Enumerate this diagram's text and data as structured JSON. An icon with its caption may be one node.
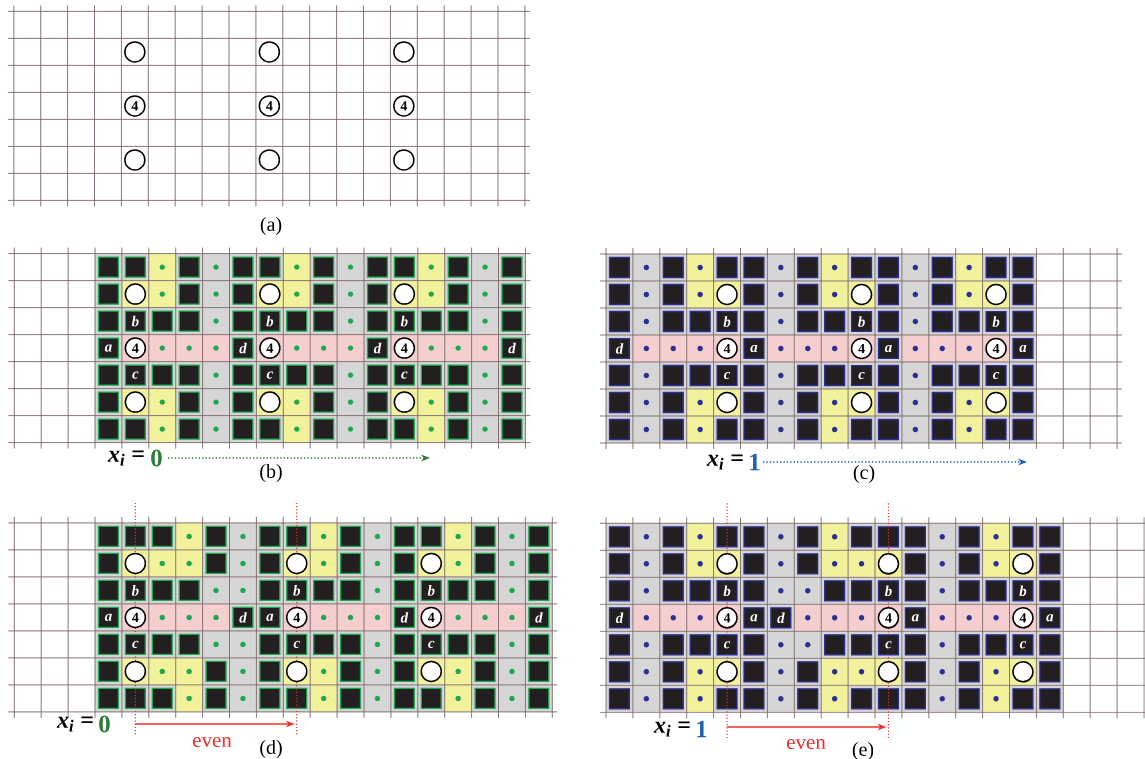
{
  "diagram": {
    "nodes": [
      {
        "text": [],
        "shape": "circle"
      },
      {
        "text": [],
        "shape": "circle"
      },
      {
        "text": [],
        "shape": "circle"
      },
      {
        "text": [
          "4"
        ]
      },
      {
        "text": [
          "4"
        ]
      },
      {
        "text": [
          "4"
        ]
      },
      {
        "text": [],
        "shape": "circle"
      },
      {
        "text": [],
        "shape": "circle"
      },
      {
        "text": [],
        "shape": "circle"
      },
      {
        "text": [],
        "shape": "circle"
      },
      {
        "text": [],
        "shape": "circle"
      },
      {
        "text": [],
        "shape": "circle"
      },
      {
        "text": [
          "4"
        ]
      },
      {
        "text": [
          "4"
        ]
      },
      {
        "text": [
          "4"
        ]
      },
      {
        "text": [],
        "shape": "circle"
      },
      {
        "text": [],
        "shape": "circle"
      },
      {
        "text": [],
        "shape": "circle"
      },
      {
        "text": [],
        "shape": "circle"
      },
      {
        "text": [],
        "shape": "circle"
      },
      {
        "text": [],
        "shape": "circle"
      },
      {
        "text": [
          "4"
        ]
      },
      {
        "text": [
          "4"
        ]
      },
      {
        "text": [
          "4"
        ]
      },
      {
        "text": [],
        "shape": "circle"
      },
      {
        "text": [],
        "shape": "circle"
      },
      {
        "text": [],
        "shape": "circle"
      },
      {
        "text": [],
        "shape": "circle"
      },
      {
        "text": [],
        "shape": "circle"
      },
      {
        "text": [],
        "shape": "circle"
      },
      {
        "text": [
          "4"
        ]
      },
      {
        "text": [
          "4"
        ]
      },
      {
        "text": [
          "4"
        ]
      },
      {
        "text": [],
        "shape": "circle"
      },
      {
        "text": [],
        "shape": "circle"
      },
      {
        "text": [],
        "shape": "circle"
      },
      {
        "text": [],
        "shape": "circle"
      },
      {
        "text": [],
        "shape": "circle"
      },
      {
        "text": [],
        "shape": "circle"
      },
      {
        "text": [
          "4"
        ]
      },
      {
        "text": [
          "4"
        ]
      },
      {
        "text": [
          "4"
        ]
      },
      {
        "text": [],
        "shape": "circle"
      },
      {
        "text": [],
        "shape": "circle"
      },
      {
        "text": [],
        "shape": "circle"
      }
    ],
    "labels": [
      "(a)",
      "b",
      "b",
      "b",
      "a",
      "d",
      "d",
      "d",
      "c",
      "c",
      "c",
      "x$_{i}$ =",
      "0",
      "(b)",
      "b",
      "b",
      "b",
      "d",
      "a",
      "a",
      "a",
      "c",
      "c",
      "c",
      "x$_{i}$ =",
      "1",
      "(c)",
      "b",
      "b",
      "b",
      "a",
      "d",
      "a",
      "d",
      "d",
      "c",
      "c",
      "c",
      "x$_{i}$ =",
      "0",
      "even",
      "(d)",
      "b",
      "b",
      "b",
      "d",
      "a",
      "d",
      "a",
      "a",
      "c",
      "c",
      "c",
      "x$_{i}$ =",
      "1",
      "even",
      "(e)"
    ]
  }
}
